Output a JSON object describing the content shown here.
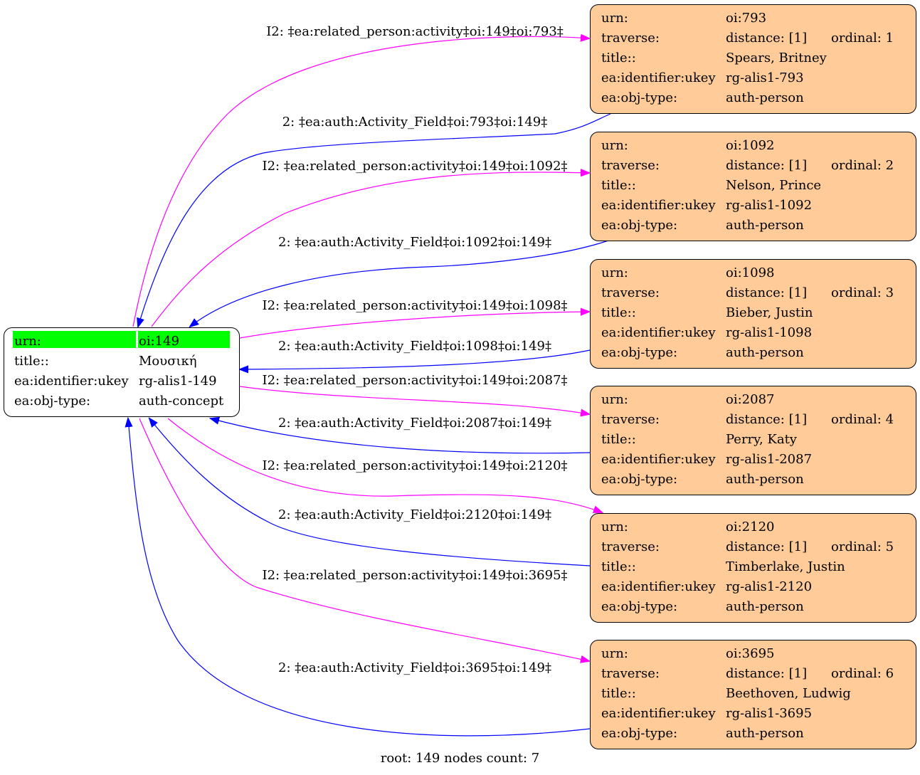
{
  "root": {
    "rows": [
      {
        "key": "urn:",
        "value": "oi:149"
      },
      {
        "key": "title::",
        "value": "Μουσική"
      },
      {
        "key": "ea:identifier:ukey",
        "value": "rg-alis1-149"
      },
      {
        "key": "ea:obj-type:",
        "value": "auth-concept"
      }
    ]
  },
  "persons": [
    {
      "urn": "oi:793",
      "distance": "distance: [1]",
      "ordinal": "ordinal: 1",
      "title": "Spears, Britney",
      "ukey": "rg-alis1-793",
      "obj_type": "auth-person",
      "out_edge": "I2: ‡ea:related_person:activity‡oi:149‡oi:793‡",
      "in_edge": "2: ‡ea:auth:Activity_Field‡oi:793‡oi:149‡"
    },
    {
      "urn": "oi:1092",
      "distance": "distance: [1]",
      "ordinal": "ordinal: 2",
      "title": "Nelson, Prince",
      "ukey": "rg-alis1-1092",
      "obj_type": "auth-person",
      "out_edge": "I2: ‡ea:related_person:activity‡oi:149‡oi:1092‡",
      "in_edge": "2: ‡ea:auth:Activity_Field‡oi:1092‡oi:149‡"
    },
    {
      "urn": "oi:1098",
      "distance": "distance: [1]",
      "ordinal": "ordinal: 3",
      "title": "Bieber, Justin",
      "ukey": "rg-alis1-1098",
      "obj_type": "auth-person",
      "out_edge": "I2: ‡ea:related_person:activity‡oi:149‡oi:1098‡",
      "in_edge": "2: ‡ea:auth:Activity_Field‡oi:1098‡oi:149‡"
    },
    {
      "urn": "oi:2087",
      "distance": "distance: [1]",
      "ordinal": "ordinal: 4",
      "title": "Perry, Katy",
      "ukey": "rg-alis1-2087",
      "obj_type": "auth-person",
      "out_edge": "I2: ‡ea:related_person:activity‡oi:149‡oi:2087‡",
      "in_edge": "2: ‡ea:auth:Activity_Field‡oi:2087‡oi:149‡"
    },
    {
      "urn": "oi:2120",
      "distance": "distance: [1]",
      "ordinal": "ordinal: 5",
      "title": "Timberlake, Justin",
      "ukey": "rg-alis1-2120",
      "obj_type": "auth-person",
      "out_edge": "I2: ‡ea:related_person:activity‡oi:149‡oi:2120‡",
      "in_edge": "2: ‡ea:auth:Activity_Field‡oi:2120‡oi:149‡"
    },
    {
      "urn": "oi:3695",
      "distance": "distance: [1]",
      "ordinal": "ordinal: 6",
      "title": "Beethoven, Ludwig",
      "ukey": "rg-alis1-3695",
      "obj_type": "auth-person",
      "out_edge": "I2: ‡ea:related_person:activity‡oi:149‡oi:3695‡",
      "in_edge": "2: ‡ea:auth:Activity_Field‡oi:3695‡oi:149‡"
    }
  ],
  "person_keys": {
    "urn": "urn:",
    "traverse": "traverse:",
    "title": "title::",
    "ukey": "ea:identifier:ukey",
    "obj_type": "ea:obj-type:"
  },
  "footer": "root: 149 nodes count: 7",
  "colors": {
    "out_edge": "#ff00ff",
    "in_edge": "#0000ff",
    "root_highlight": "#00ff00",
    "person_fill": "#ffcc99"
  }
}
